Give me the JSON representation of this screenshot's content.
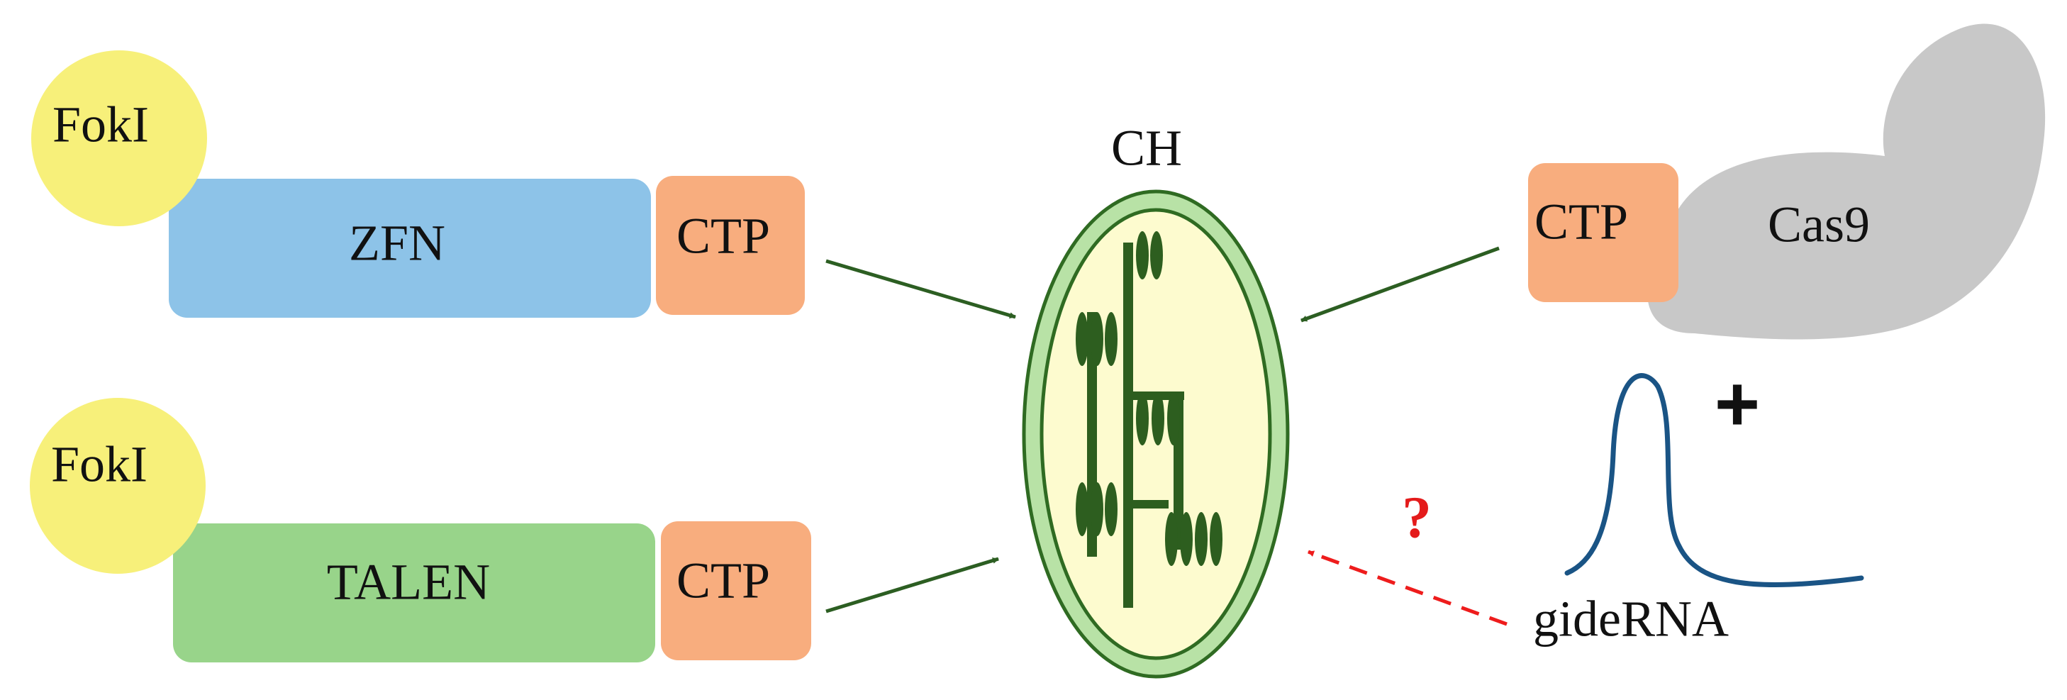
{
  "labels": {
    "foki_top": "FokI",
    "zfn": "ZFN",
    "ctp_zfn": "CTP",
    "foki_bottom": "FokI",
    "talen": "TALEN",
    "ctp_talen": "CTP",
    "chloroplast": "CH",
    "ctp_cas9": "CTP",
    "cas9": "Cas9",
    "plus": "+",
    "question": "?",
    "guide_rna": "gideRNA"
  },
  "colors": {
    "foki": "#f7f07a",
    "zfn": "#8dc3e8",
    "talen": "#98d48a",
    "ctp": "#f8ad7e",
    "cas9": "#c8c8c8",
    "chloroplast_outer": "#b8e2a6",
    "chloroplast_stroke": "#2f6b22",
    "chloroplast_inner": "#fdfbcf",
    "thylakoid": "#2d5e1f",
    "arrow": "#2c5e22",
    "dashed_arrow": "#ee1c1c",
    "rna_curve": "#1a5485",
    "question": "#e41b1b"
  }
}
